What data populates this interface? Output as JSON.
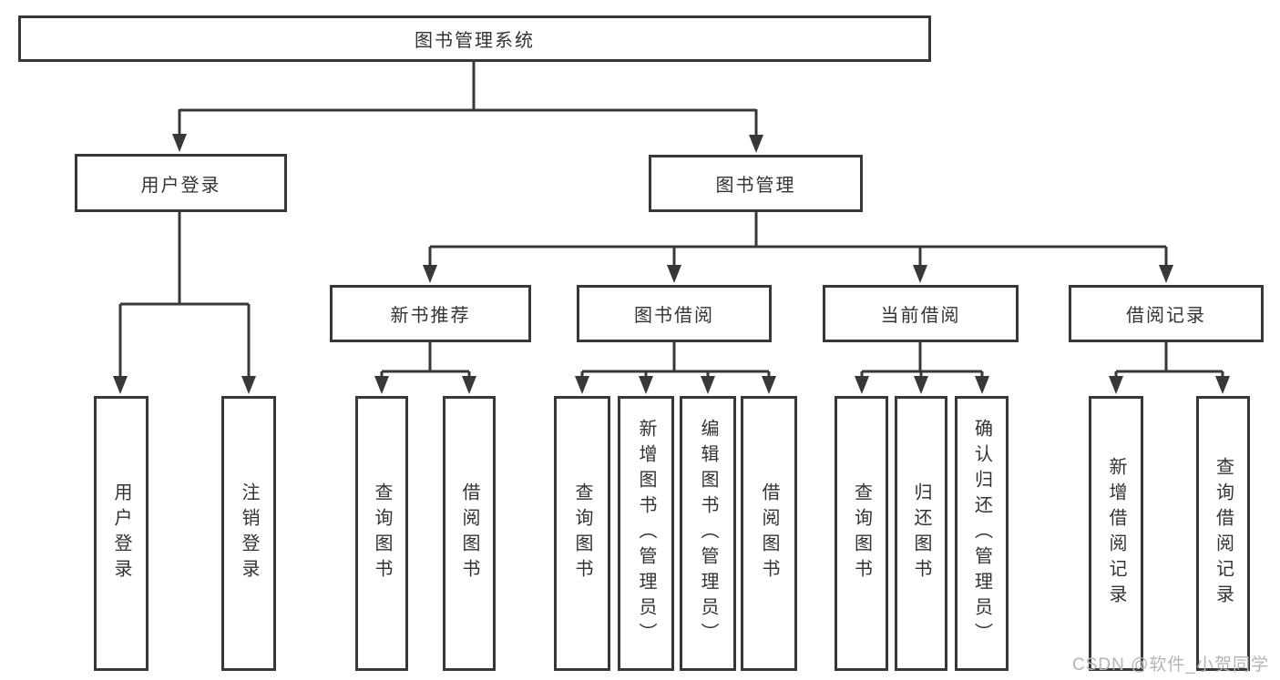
{
  "tree": {
    "root": "图书管理系统",
    "user_login": {
      "label": "用户登录",
      "leaves": [
        "用户登录",
        "注销登录"
      ]
    },
    "book_management": {
      "label": "图书管理",
      "sections": [
        {
          "label": "新书推荐",
          "leaves": [
            "查询图书",
            "借阅图书"
          ]
        },
        {
          "label": "图书借阅",
          "leaves": [
            "查询图书",
            "新增图书（管理员）",
            "编辑图书（管理员）",
            "借阅图书"
          ]
        },
        {
          "label": "当前借阅",
          "leaves": [
            "查询图书",
            "归还图书",
            "确认归还（管理员）"
          ]
        },
        {
          "label": "借阅记录",
          "leaves": [
            "新增借阅记录",
            "查询借阅记录"
          ]
        }
      ]
    }
  },
  "watermark": "CSDN @软件_小贺同学",
  "colors": {
    "line": "#383838",
    "text": "#333333",
    "box_background": "#ffffff",
    "page_background": "#ffffff",
    "watermark": "#b5b5b5"
  }
}
